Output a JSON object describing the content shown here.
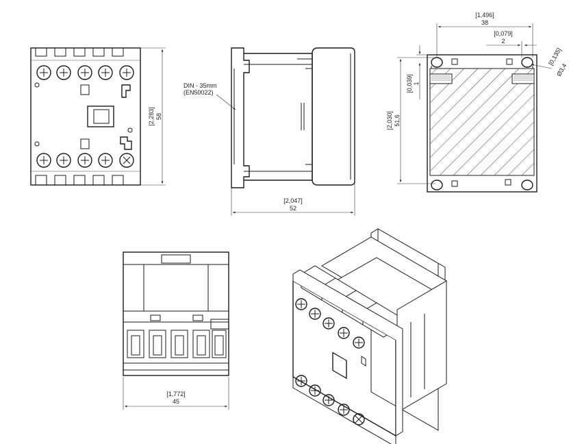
{
  "views": {
    "front": {
      "height_in": "[2,283]",
      "height_mm": "58"
    },
    "side": {
      "din_label_line1": "DIN - 35mm",
      "din_label_line2": "(EN50022)",
      "depth_in": "[2,047]",
      "depth_mm": "52"
    },
    "rear": {
      "width_in": "[1,496]",
      "width_mm": "38",
      "offset_in": "[0,079]",
      "offset_mm": "2",
      "hole_dia_in": "[0,135]",
      "hole_dia_mm": "Ø3,4",
      "height_in": "[2,030]",
      "height_mm": "51,6",
      "top_in": "[0,039]",
      "top_mm": "1"
    },
    "top": {
      "width_in": "[1,772]",
      "width_mm": "45"
    },
    "iso": {}
  }
}
